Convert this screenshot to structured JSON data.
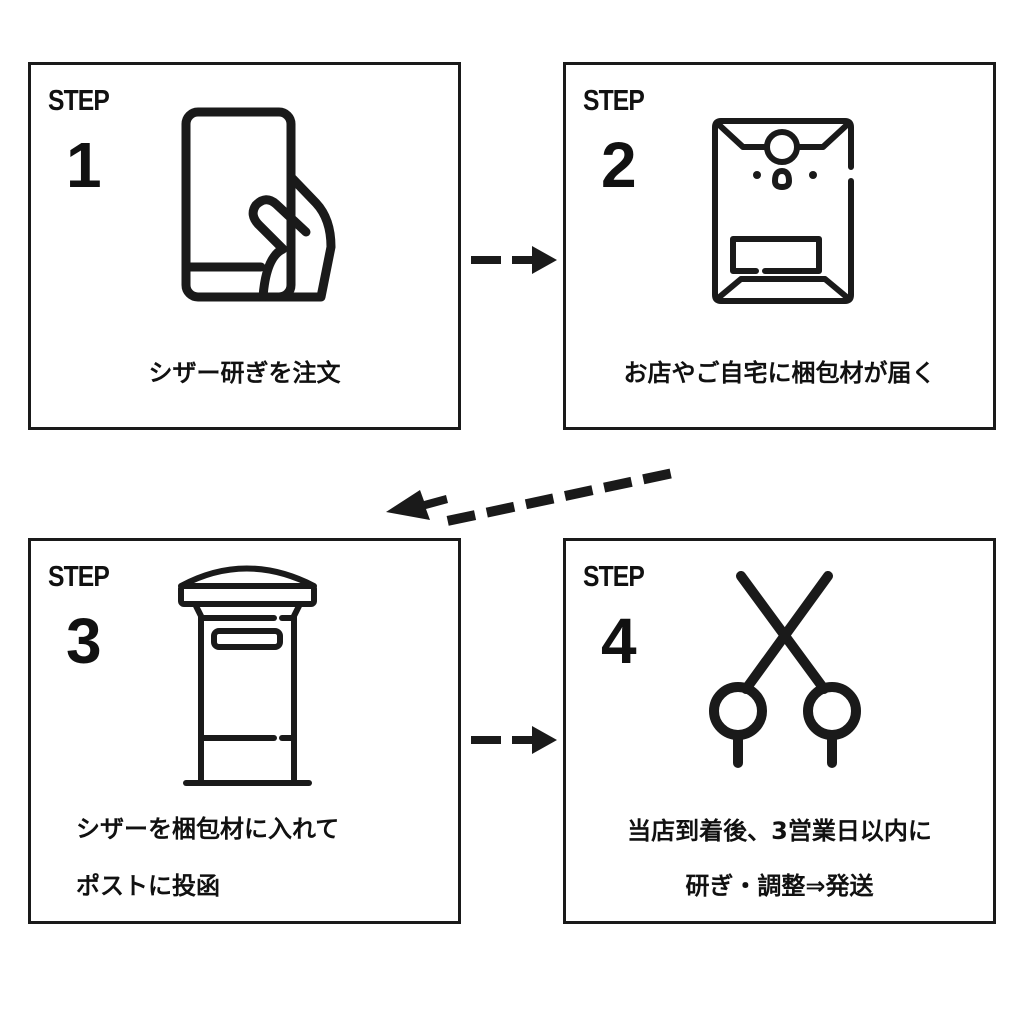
{
  "steps": [
    {
      "label": "STEP",
      "number": "1",
      "icon": "smartphone-in-hand-icon",
      "caption_lines": [
        "シザー研ぎを注文"
      ]
    },
    {
      "label": "STEP",
      "number": "2",
      "icon": "packaging-envelope-icon",
      "caption_lines": [
        "お店やご自宅に梱包材が届く"
      ]
    },
    {
      "label": "STEP",
      "number": "3",
      "icon": "mailbox-post-icon",
      "caption_lines": [
        "シザーを梱包材に入れて",
        "ポストに投函"
      ]
    },
    {
      "label": "STEP",
      "number": "4",
      "icon": "scissors-icon",
      "caption_lines": [
        "当店到着後、3営業日以内に",
        "研ぎ・調整⇒発送"
      ]
    }
  ],
  "arrows": [
    {
      "from": "1",
      "to": "2",
      "style": "dashed",
      "direction": "right"
    },
    {
      "from": "2",
      "to": "3",
      "style": "dashed",
      "direction": "down-left"
    },
    {
      "from": "3",
      "to": "4",
      "style": "dashed",
      "direction": "right"
    }
  ],
  "colors": {
    "stroke": "#1a1a1a",
    "background": "#ffffff"
  }
}
